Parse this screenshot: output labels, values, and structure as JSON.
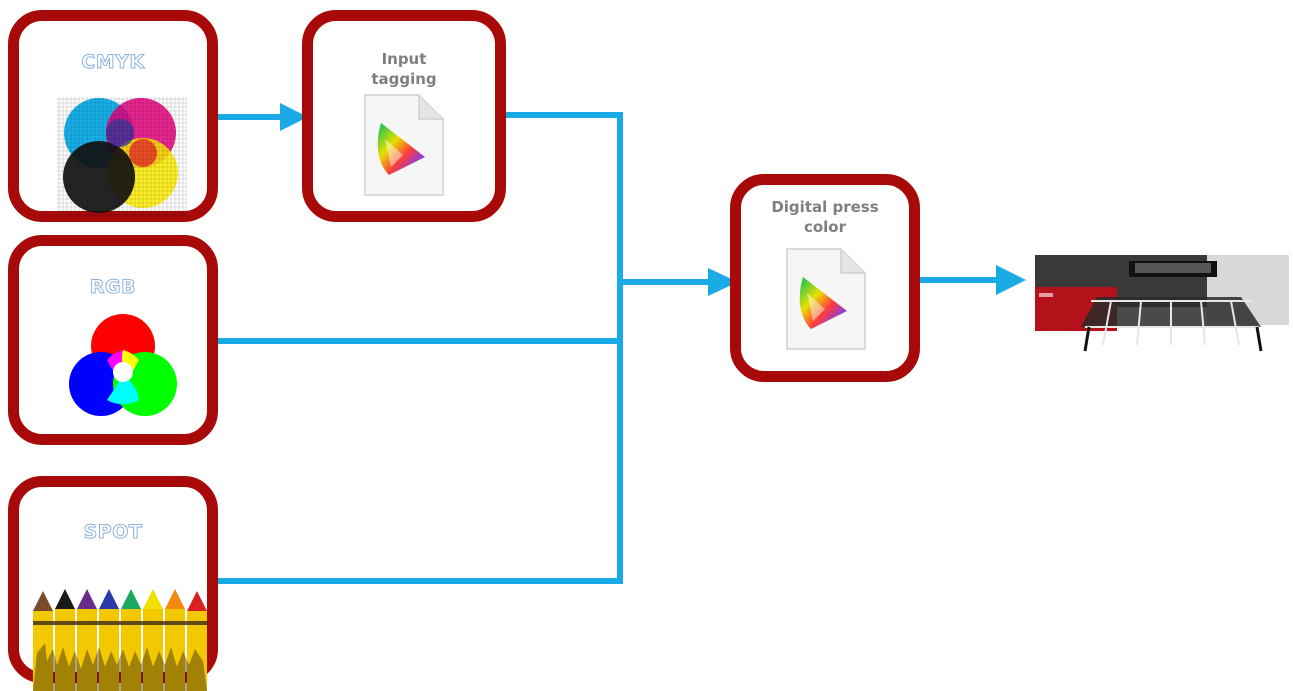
{
  "nodes": {
    "cmyk": {
      "label": "CMYK"
    },
    "rgb": {
      "label": "RGB"
    },
    "spot": {
      "label": "SPOT"
    },
    "input_tagging": {
      "label_line1": "Input",
      "label_line2": "tagging"
    },
    "digital_press": {
      "label_line1": "Digital press",
      "label_line2": "color"
    }
  },
  "colors": {
    "box_border": "#a80a0a",
    "connector": "#1aaae6",
    "source_label_outline": "#8db3e2",
    "doc_label": "#7f7f7f"
  },
  "icons": {
    "cmyk": "cmyk-halftone-circles-icon",
    "rgb": "rgb-additive-circles-icon",
    "spot": "crayons-icon",
    "input_tagging": "icc-profile-document-icon",
    "digital_press": "icc-profile-document-icon",
    "printer": "flatbed-printer-icon"
  }
}
